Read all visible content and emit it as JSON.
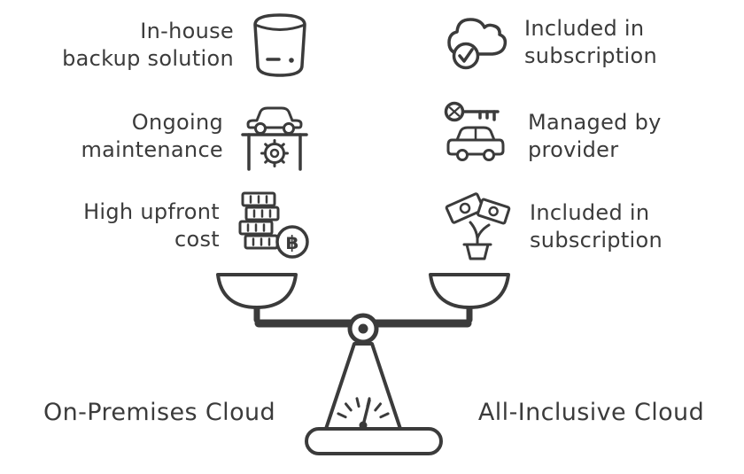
{
  "page": {
    "background": "#ffffff",
    "ink": "#3b3b3b"
  },
  "left": {
    "label": "On-Premises Cloud",
    "items": [
      {
        "text": "In-house\nbackup solution",
        "icon": "backup-storage-icon"
      },
      {
        "text": "Ongoing\nmaintenance",
        "icon": "car-lift-gear-icon"
      },
      {
        "text": "High upfront\ncost",
        "icon": "coin-stack-bitcoin-icon"
      }
    ]
  },
  "right": {
    "label": "All-Inclusive Cloud",
    "items": [
      {
        "text": "Included in\nsubscription",
        "icon": "cloud-check-icon"
      },
      {
        "text": "Managed by\nprovider",
        "icon": "key-car-icon"
      },
      {
        "text": "Included in\nsubscription",
        "icon": "money-plant-icon"
      }
    ]
  },
  "scale": {
    "name": "balance-scale"
  }
}
